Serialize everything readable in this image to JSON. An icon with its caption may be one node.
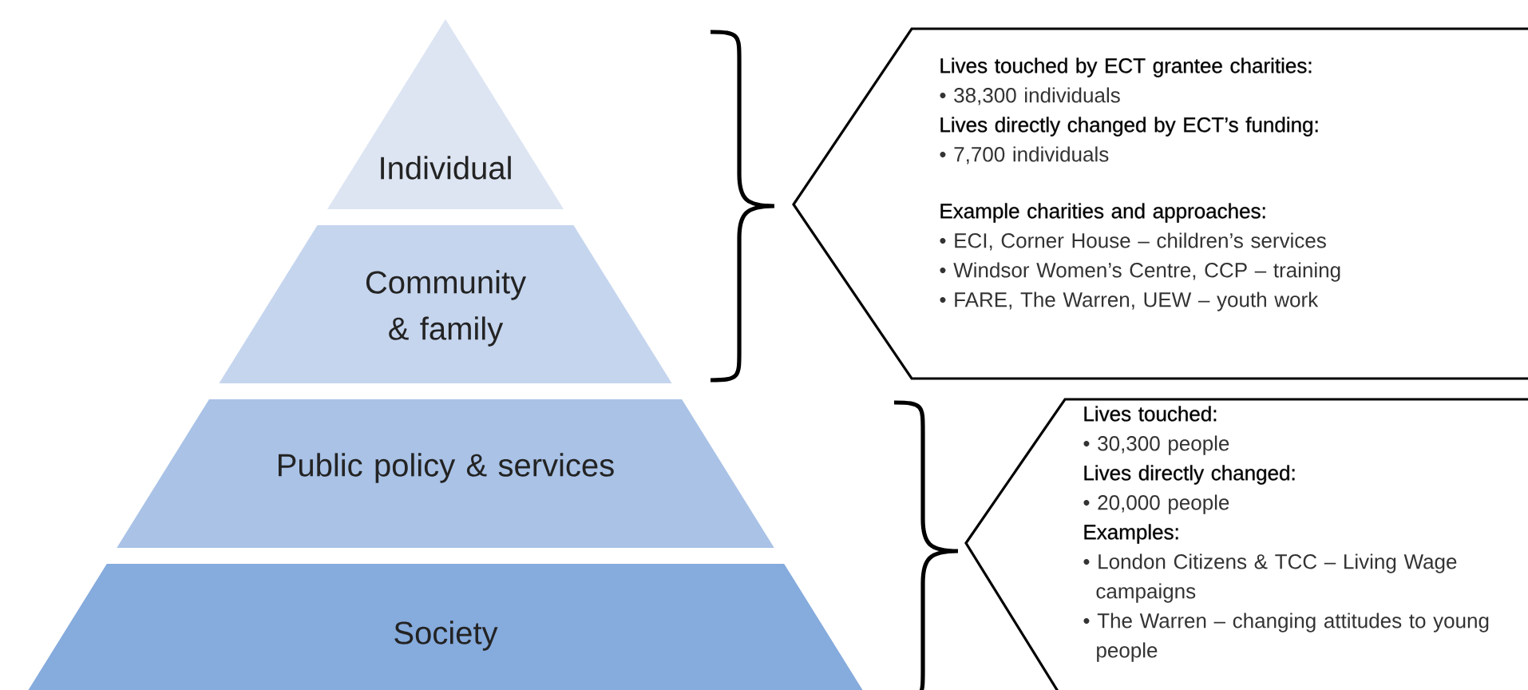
{
  "diagram": {
    "nodes": [
      {
        "text": [
          "Individual"
        ]
      },
      {
        "text": [
          "Community & family"
        ]
      },
      {
        "text": [
          "Public policy & services"
        ]
      },
      {
        "text": [
          "Society"
        ]
      },
      {
        "text": [
          "Lives touched by ECT grantee charities:",
          "• 38,300 individuals",
          "Lives directly changed by ECT’s funding:",
          "• 7,700 individuals",
          "Example charities and approaches:",
          "• ECI, Corner House – children’s services",
          "• Windsor Women’s Centre, CCP – training",
          "• FARE, The Warren, UEW – youth work"
        ]
      },
      {
        "text": [
          "Lives touched:",
          "• 30,300 people",
          "Lives directly changed:",
          "• 20,000 people",
          "Examples:",
          "• London Citizens & TCC – Living Wage campaigns",
          "• The Warren – changing attitudes to young people"
        ]
      }
    ]
  }
}
